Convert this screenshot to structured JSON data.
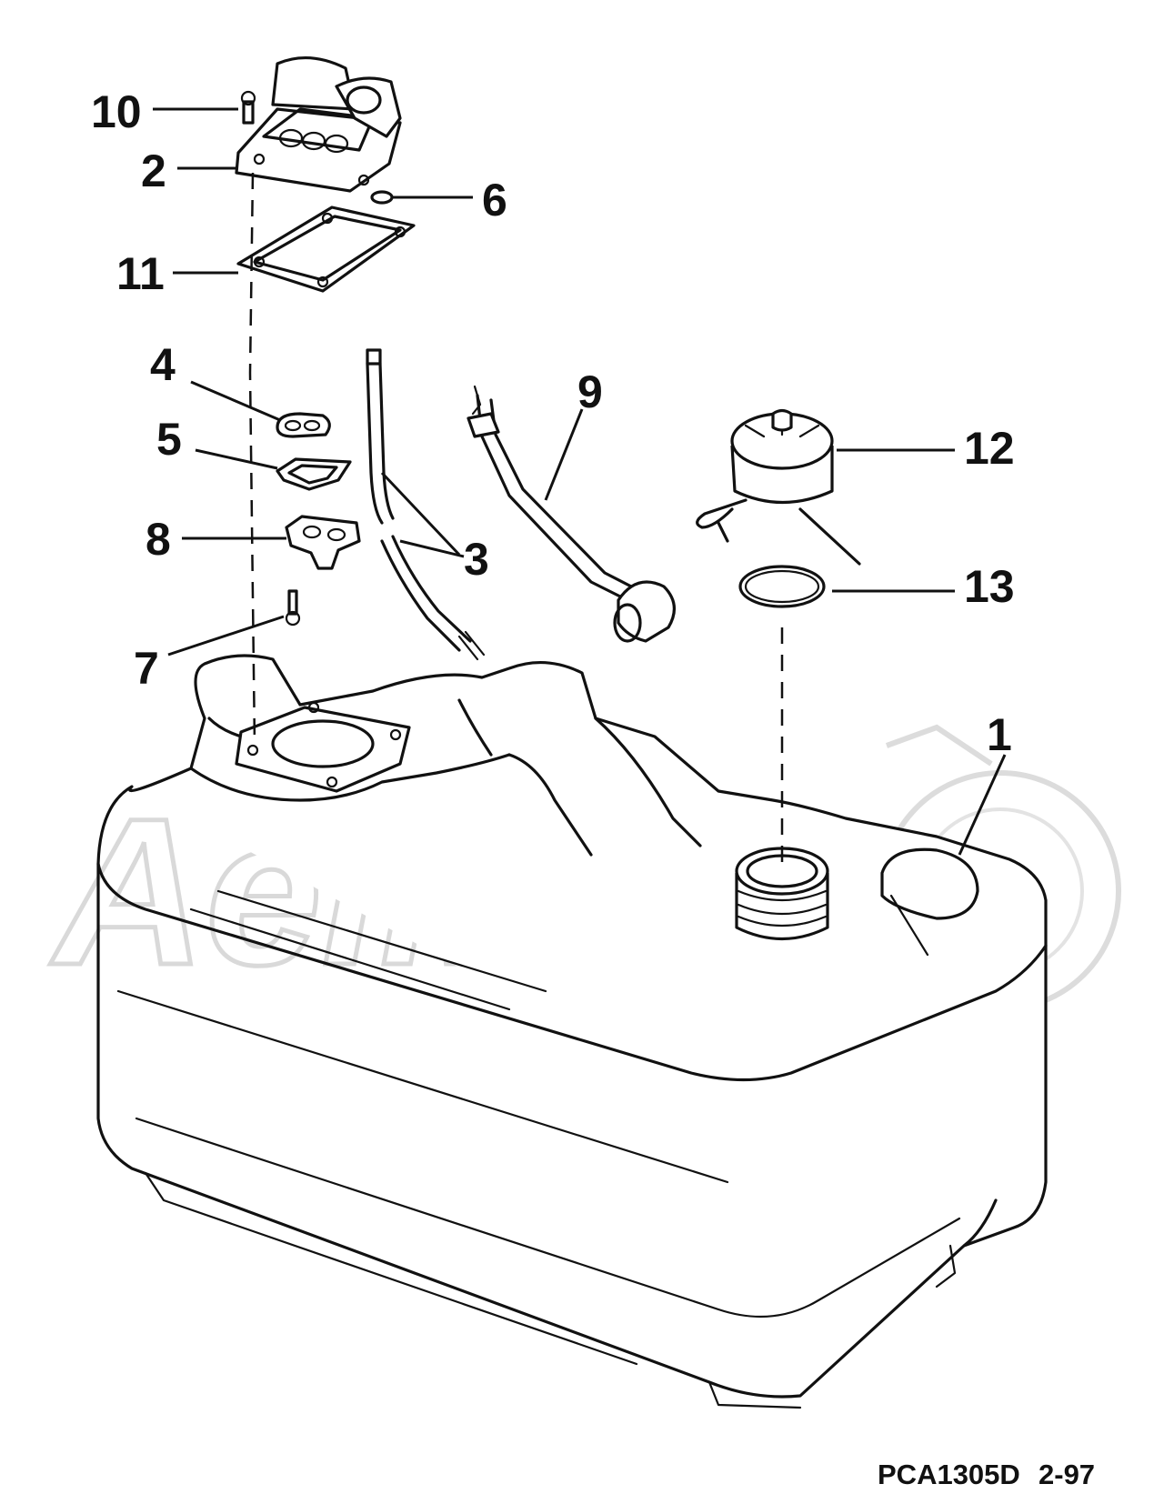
{
  "watermark": "AelMoto",
  "callouts": [
    {
      "id": "1",
      "label": "1"
    },
    {
      "id": "2",
      "label": "2"
    },
    {
      "id": "3",
      "label": "3"
    },
    {
      "id": "4",
      "label": "4"
    },
    {
      "id": "5",
      "label": "5"
    },
    {
      "id": "6",
      "label": "6"
    },
    {
      "id": "7",
      "label": "7"
    },
    {
      "id": "8",
      "label": "8"
    },
    {
      "id": "9",
      "label": "9"
    },
    {
      "id": "10",
      "label": "10"
    },
    {
      "id": "11",
      "label": "11"
    },
    {
      "id": "12",
      "label": "12"
    },
    {
      "id": "13",
      "label": "13"
    }
  ],
  "footer": {
    "code": "PCA1305D",
    "date": "2-97"
  }
}
